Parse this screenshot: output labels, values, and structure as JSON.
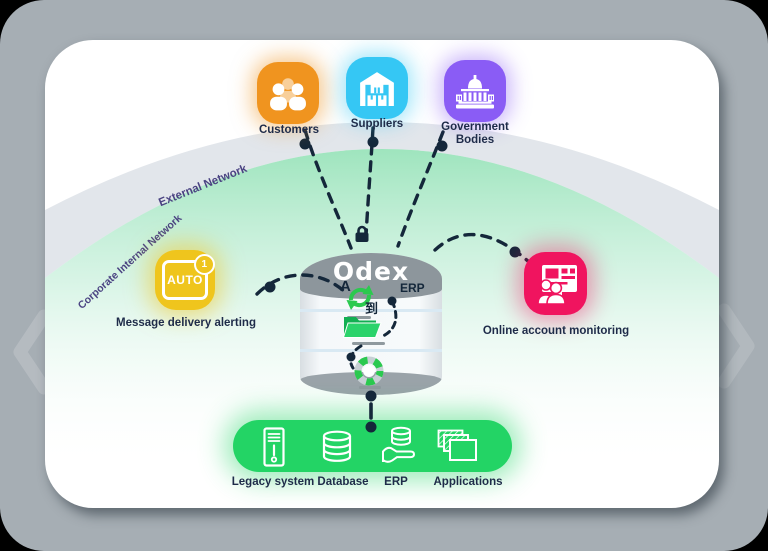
{
  "frame": {
    "left_nav": "chevron-left",
    "right_nav": "chevron-right"
  },
  "arcs": {
    "external_label": "External Network",
    "internal_label": "Corporate Internal Network"
  },
  "center": {
    "title": "Odex",
    "erp_label": "ERP",
    "translate_from": "A",
    "translate_to": "到"
  },
  "top_nodes": [
    {
      "label": "Customers",
      "color": "#F0941F"
    },
    {
      "label": "Suppliers",
      "color": "#35C7F4"
    },
    {
      "label": "Government Bodies",
      "color": "#8A5CF5"
    }
  ],
  "left_node": {
    "label": "Message delivery alerting",
    "icon_text": "AUTO",
    "badge": "1",
    "color": "#EFC51D"
  },
  "right_node": {
    "label": "Online account monitoring",
    "color": "#F0145F"
  },
  "bottom_bar": {
    "color": "#23D465",
    "items": [
      {
        "label": "Legacy system"
      },
      {
        "label": "Database"
      },
      {
        "label": "ERP"
      },
      {
        "label": "Applications"
      }
    ]
  },
  "colors": {
    "frame": "#A6AEB4",
    "card": "#FFFFFF",
    "arc_gray": "#E2E6EB",
    "arc_green": "#8EE0B2",
    "dashed_line": "#14273A",
    "label_text": "#1E2B49",
    "arc_label_text": "#4A4382",
    "cylinder_band": "#8D969C",
    "green_accent": "#2BC94F"
  }
}
